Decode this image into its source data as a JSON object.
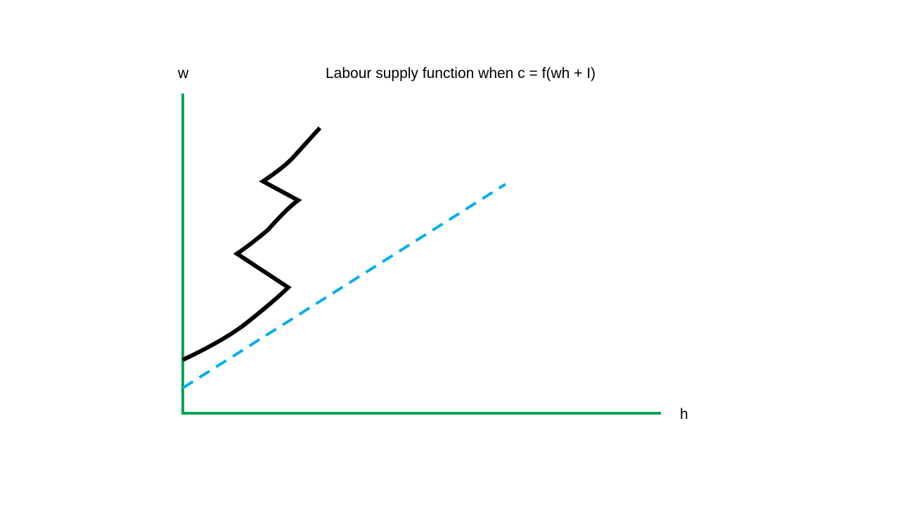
{
  "title": "Labour supply function when c = f(wh + I)",
  "axes": {
    "y_label": "w",
    "x_label": "h"
  },
  "colors": {
    "axes": "#00a651",
    "supply_curve": "#000000",
    "reference_line": "#00aeef"
  }
}
